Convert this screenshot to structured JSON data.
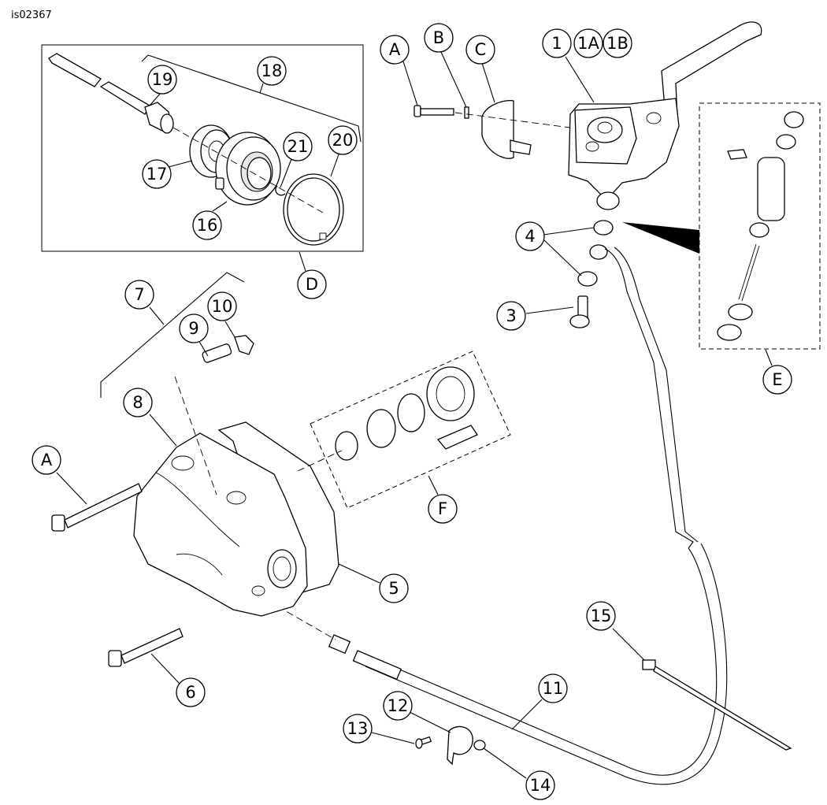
{
  "figure_id": "is02367",
  "callouts": [
    {
      "label": "A"
    },
    {
      "label": "B"
    },
    {
      "label": "C"
    },
    {
      "label": "1"
    },
    {
      "label": "1A"
    },
    {
      "label": "1B"
    },
    {
      "label": "19"
    },
    {
      "label": "18"
    },
    {
      "label": "17"
    },
    {
      "label": "16"
    },
    {
      "label": "21"
    },
    {
      "label": "20"
    },
    {
      "label": "D"
    },
    {
      "label": "7"
    },
    {
      "label": "10"
    },
    {
      "label": "9"
    },
    {
      "label": "8"
    },
    {
      "label": "A"
    },
    {
      "label": "4"
    },
    {
      "label": "3"
    },
    {
      "label": "E"
    },
    {
      "label": "F"
    },
    {
      "label": "5"
    },
    {
      "label": "6"
    },
    {
      "label": "15"
    },
    {
      "label": "11"
    },
    {
      "label": "12"
    },
    {
      "label": "13"
    },
    {
      "label": "14"
    }
  ]
}
